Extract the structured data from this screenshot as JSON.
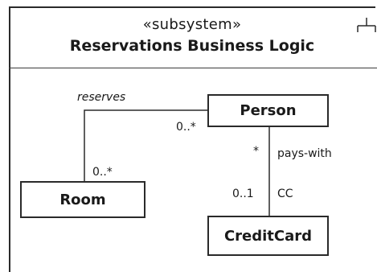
{
  "subsystem": {
    "stereotype": "«subsystem»",
    "name": "Reservations Business Logic"
  },
  "classes": {
    "person": "Person",
    "room": "Room",
    "credit_card": "CreditCard"
  },
  "associations": {
    "reserves": {
      "name": "reserves",
      "person_multiplicity": "0..*",
      "room_multiplicity": "0..*"
    },
    "pays_with": {
      "name": "pays-with",
      "person_multiplicity": "*",
      "creditcard_multiplicity": "0..1",
      "role": "CC"
    }
  },
  "icons": {
    "subsystem": "fork-icon"
  }
}
